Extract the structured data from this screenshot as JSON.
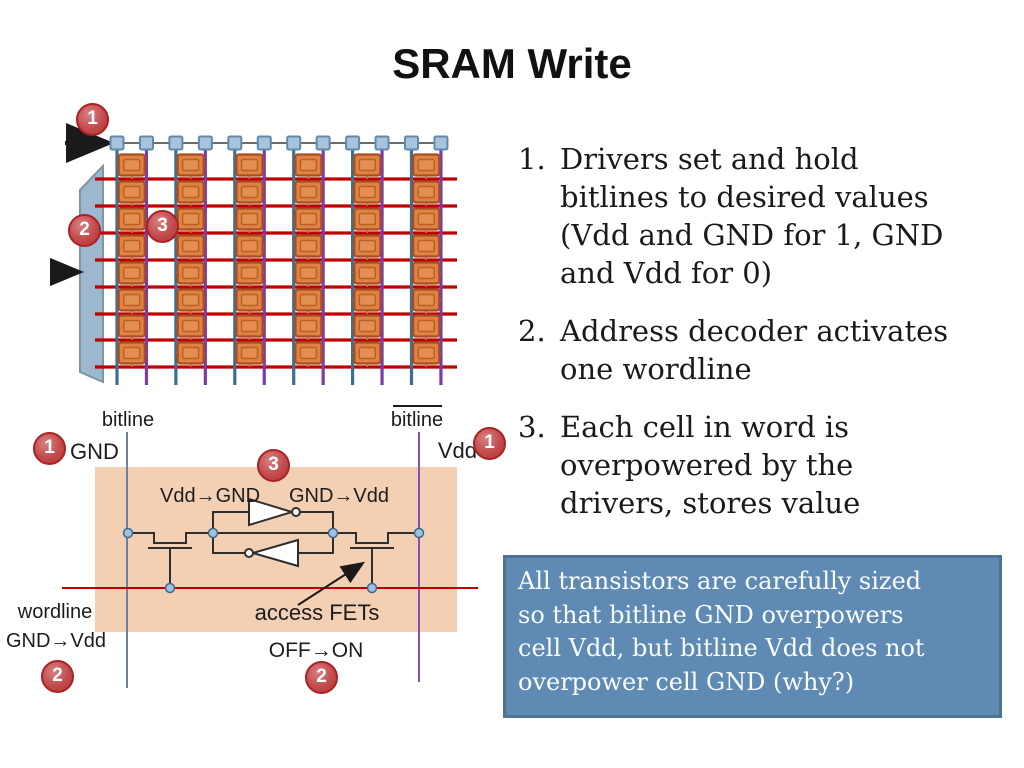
{
  "slide": {
    "title": "SRAM Write"
  },
  "steps": [
    {
      "num": "1.",
      "lines": [
        "Drivers set and hold",
        "bitlines to desired values",
        "(Vdd and GND for 1, GND",
        "and Vdd for 0)"
      ]
    },
    {
      "num": "2.",
      "lines": [
        "Address decoder activates",
        "one wordline"
      ]
    },
    {
      "num": "3.",
      "lines": [
        "Each cell in word is",
        "overpowered by the",
        "drivers, stores value"
      ]
    }
  ],
  "callout": {
    "lines": [
      "All transistors are carefully sized",
      "so that bitline GND overpowers",
      "cell Vdd, but bitline Vdd does not",
      "overpower cell GND (why?)"
    ],
    "bg": "#5e8ab4",
    "border": "#4f7394",
    "text_color": "#fafdff"
  },
  "badges": {
    "array_1": "1",
    "array_2": "2",
    "array_3": "3",
    "cell_left_1": "1",
    "cell_right_1": "1",
    "cell_3": "3",
    "cell_wordline_2": "2",
    "cell_access_2": "2"
  },
  "array_diagram": {
    "driver_count": 12,
    "columns": 6,
    "rows": 8,
    "colors": {
      "driver_fill": "#a8c4dc",
      "driver_stroke": "#6089ae",
      "decoder_fill": "#9db7cf",
      "decoder_stroke": "#7f94a6",
      "bitline_blue": "#3f6e8e",
      "bitline_purple": "#7b3ca8",
      "wordline_red": "#c00000",
      "cell_outer_fill": "#de8344",
      "cell_outer_stroke": "#a84e1f",
      "cell_inner_fill": "#e28f51",
      "cell_inner_stroke": "#bc5f27",
      "cell_tick": "#c97a3b",
      "arrow": "#1a1a1a",
      "bus_line": "#3a3a3a"
    }
  },
  "cell_diagram": {
    "labels": {
      "bitline_left": "bitline",
      "bitline_right": "bitline",
      "gnd": "GND",
      "vdd": "Vdd",
      "inv_left_transition": "Vdd→GND",
      "inv_right_transition": "GND→Vdd",
      "wordline": "wordline",
      "wordline_transition": "GND→Vdd",
      "access_fets": "access FETs",
      "access_transition": "OFF→ON"
    },
    "colors": {
      "cell_bg": "#f3d0b4",
      "bitline_left": "#6f7ea6",
      "bitline_right": "#7d55b5",
      "wordline_red": "#c00000",
      "wire": "#2e2e2e",
      "node_fill": "#9ec1de",
      "node_stroke": "#40688f"
    }
  }
}
